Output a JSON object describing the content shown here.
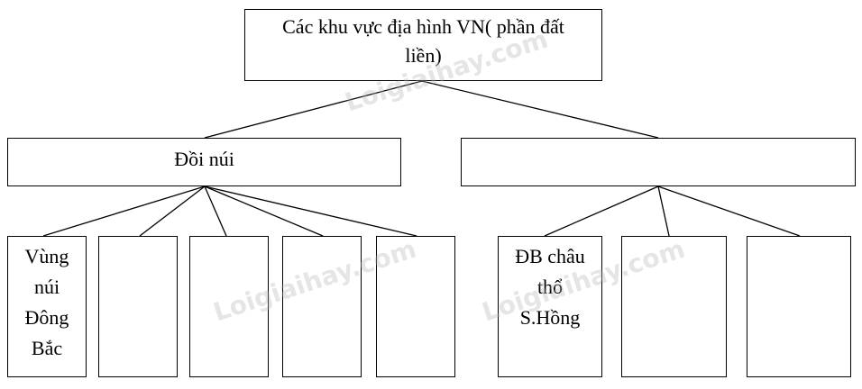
{
  "root": {
    "label": "Các khu vực địa hình VN( phần đất liền)"
  },
  "level1": [
    {
      "label": "Đồi núi"
    },
    {
      "label": ""
    }
  ],
  "leaves_left": [
    {
      "label": "Vùng núi Đông Bắc"
    },
    {
      "label": ""
    },
    {
      "label": ""
    },
    {
      "label": ""
    },
    {
      "label": ""
    }
  ],
  "leaves_right": [
    {
      "label": "ĐB châu thổ S.Hồng"
    },
    {
      "label": ""
    },
    {
      "label": ""
    }
  ],
  "watermarks": [
    "Loigiaihay.com",
    "Loigiaihay.com",
    "Loigiaihay.com"
  ]
}
